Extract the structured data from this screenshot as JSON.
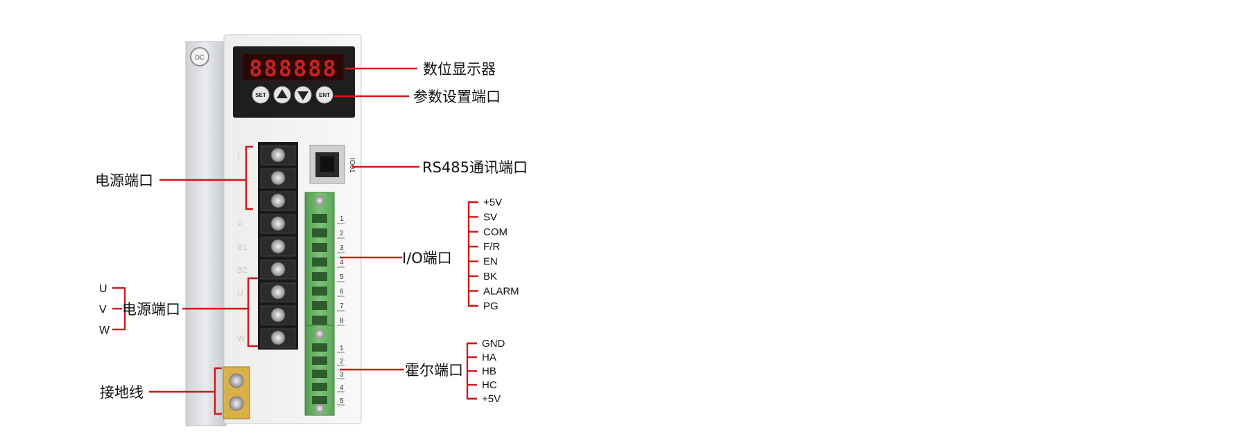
{
  "device": {
    "display_text": "888888",
    "logo_text": "DC",
    "buttons": [
      "SET",
      "▲",
      "▼",
      "ENT"
    ],
    "rj45_text": "IO01",
    "io_pin_numbers": [
      "1",
      "2",
      "3",
      "4",
      "5",
      "6",
      "7",
      "8"
    ],
    "hall_pin_numbers": [
      "1",
      "2",
      "3",
      "4",
      "5"
    ],
    "terminal_marks": [
      "L",
      "",
      "",
      "P",
      "B1",
      "B2",
      "U",
      "",
      "W"
    ]
  },
  "callouts": {
    "display": "数位显示器",
    "param": "参数设置端口",
    "rs485": "RS485通讯端口",
    "power": "电源端口",
    "motor_power": "电源端口",
    "io": "I/O端口",
    "hall": "霍尔端口",
    "ground": "接地线"
  },
  "uvw": [
    "U",
    "V",
    "W"
  ],
  "io_signals": [
    "+5V",
    "SV",
    "COM",
    "F/R",
    "EN",
    "BK",
    "ALARM",
    "PG"
  ],
  "hall_signals": [
    "GND",
    "HA",
    "HB",
    "HC",
    "+5V"
  ],
  "colors": {
    "callout_line": "#d2161a",
    "terminal_green": "#6fb36a",
    "display_red": "#c8231f"
  }
}
